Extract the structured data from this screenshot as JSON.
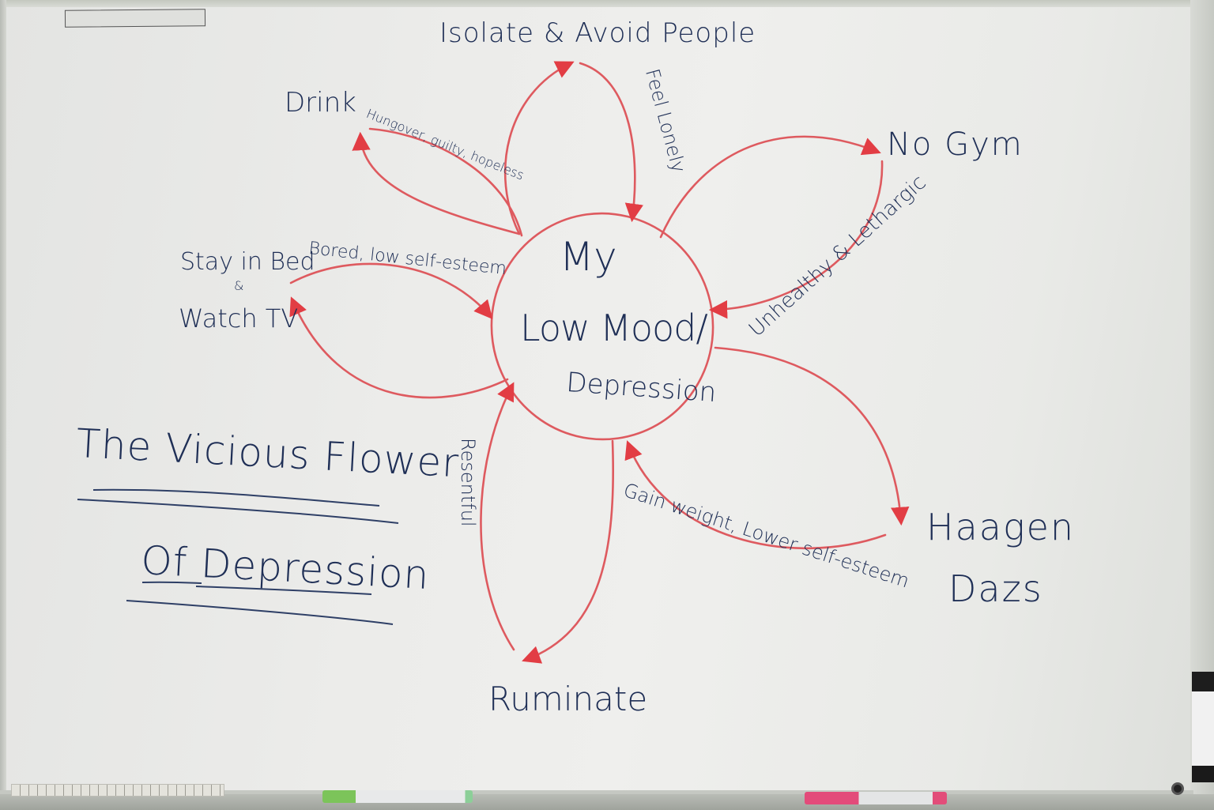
{
  "title": {
    "line1": "The Vicious Flower",
    "line2": "Of Depression"
  },
  "center": {
    "line1": "My",
    "line2": "Low Mood/",
    "line3": "Depression"
  },
  "behaviours": [
    {
      "id": "isolate",
      "label": "Isolate & Avoid People",
      "consequence": "Feel Lonely"
    },
    {
      "id": "drink",
      "label": "Drink",
      "consequence": "Hungover, guilty, hopeless"
    },
    {
      "id": "bed",
      "label_line1": "Stay in Bed",
      "label_amp": "&",
      "label_line2": "Watch TV",
      "consequence": "Bored, low self-esteem"
    },
    {
      "id": "gym",
      "label": "No Gym",
      "consequence": "Unhealthy & Lethargic"
    },
    {
      "id": "haagen",
      "label_line1": "Haagen",
      "label_line2": "Dazs",
      "consequence": "Gain weight, Lower self-esteem"
    },
    {
      "id": "ruminate",
      "label": "Ruminate",
      "consequence": "Resentful"
    }
  ],
  "colors": {
    "ink_blue": "#1f2f56",
    "ink_red": "#de5a5f",
    "arrowhead_red": "#e23d44",
    "board": "#ececea"
  }
}
